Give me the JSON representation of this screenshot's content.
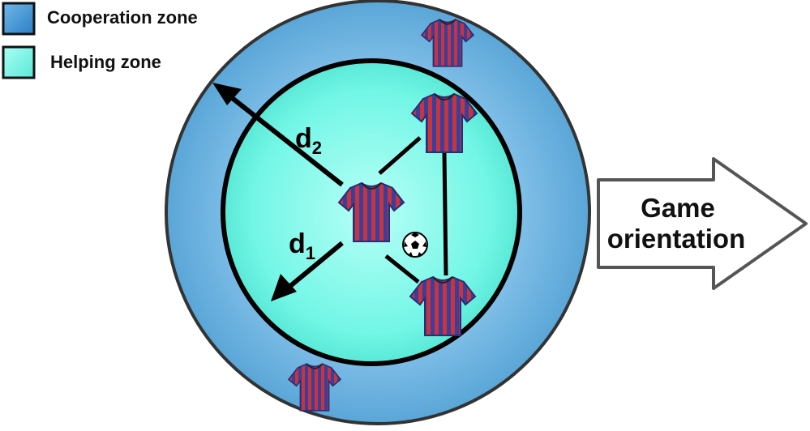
{
  "legend": {
    "items": [
      {
        "label": "Cooperation zone",
        "color": "#3a8fd0",
        "icon": "blue-square-icon"
      },
      {
        "label": "Helping zone",
        "color": "#6ff5e8",
        "icon": "cyan-square-icon"
      }
    ]
  },
  "zones": {
    "cooperation_color": "#6fb6e2",
    "helping_color": "#72f6e6"
  },
  "distances": {
    "d1_base": "d",
    "d1_sub": "1",
    "d2_base": "d",
    "d2_sub": "2"
  },
  "arrow": {
    "line1": "Game",
    "line2": "orientation"
  },
  "colors": {
    "jersey_red": "#c8343c",
    "jersey_blue": "#3a3f9e"
  }
}
